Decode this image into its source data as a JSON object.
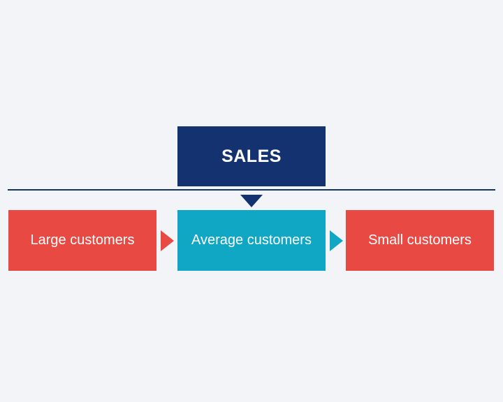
{
  "diagram": {
    "top": {
      "label": "SALES",
      "color": "#143170"
    },
    "segments": [
      {
        "label": "Large customers",
        "color": "#e84a43"
      },
      {
        "label": "Average customers",
        "color": "#0fa7c3"
      },
      {
        "label": "Small customers",
        "color": "#e84a43"
      }
    ],
    "arrows": [
      {
        "color": "#e84a43"
      },
      {
        "color": "#0fa7c3"
      }
    ],
    "line_color": "#143170",
    "background": "#f2f4f8"
  }
}
